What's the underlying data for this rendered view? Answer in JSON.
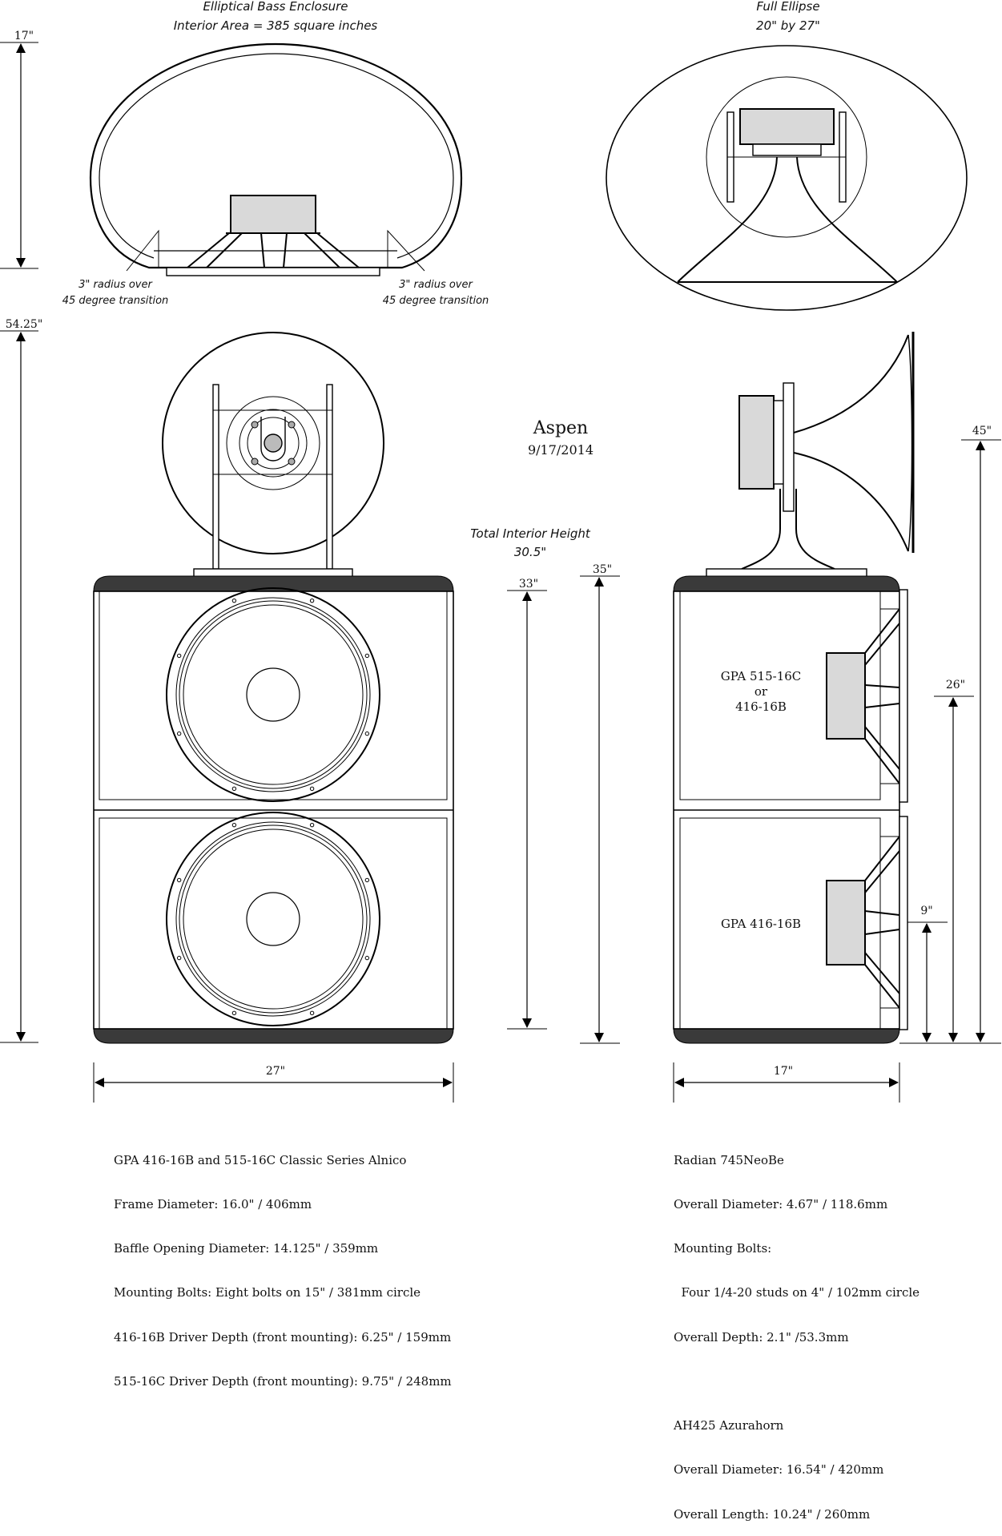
{
  "top_left": {
    "title": "Elliptical Bass Enclosure",
    "subtitle": "Interior Area = 385 square inches",
    "note_left": [
      "3\" radius over",
      "45 degree transition"
    ],
    "note_right": [
      "3\" radius over",
      "45 degree transition"
    ]
  },
  "top_right": {
    "title": "Full Ellipse",
    "subtitle": "20\" by 27\""
  },
  "center": {
    "name": "Aspen",
    "date": "9/17/2014",
    "interior_label": "Total Interior Height",
    "interior_value": "30.5\""
  },
  "dimensions": {
    "top_height": "17\"",
    "total_height": "54.25\"",
    "height_33": "33\"",
    "height_35": "35\"",
    "height_45": "45\"",
    "height_26": "26\"",
    "height_9": "9\"",
    "width_front": "27\"",
    "width_side": "17\""
  },
  "side_labels": {
    "upper": [
      "GPA 515-16C",
      "or",
      "416-16B"
    ],
    "lower": "GPA 416-16B"
  },
  "specs_left": [
    "GPA 416-16B and 515-16C Classic Series Alnico",
    "Frame Diameter: 16.0\" / 406mm",
    "Baffle Opening Diameter: 14.125\" / 359mm",
    "Mounting Bolts: Eight bolts on 15\" / 381mm circle",
    "416-16B Driver Depth (front mounting): 6.25\" / 159mm",
    "515-16C Driver Depth (front mounting): 9.75\" / 248mm"
  ],
  "specs_right": [
    "Radian 745NeoBe",
    "Overall Diameter: 4.67\" / 118.6mm",
    "Mounting Bolts:",
    "  Four 1/4-20 studs on 4\" / 102mm circle",
    "Overall Depth: 2.1\" /53.3mm",
    "",
    "AH425 Azurahorn",
    "Overall Diameter: 16.54\" / 420mm",
    "Overall Length: 10.24\" / 260mm"
  ]
}
